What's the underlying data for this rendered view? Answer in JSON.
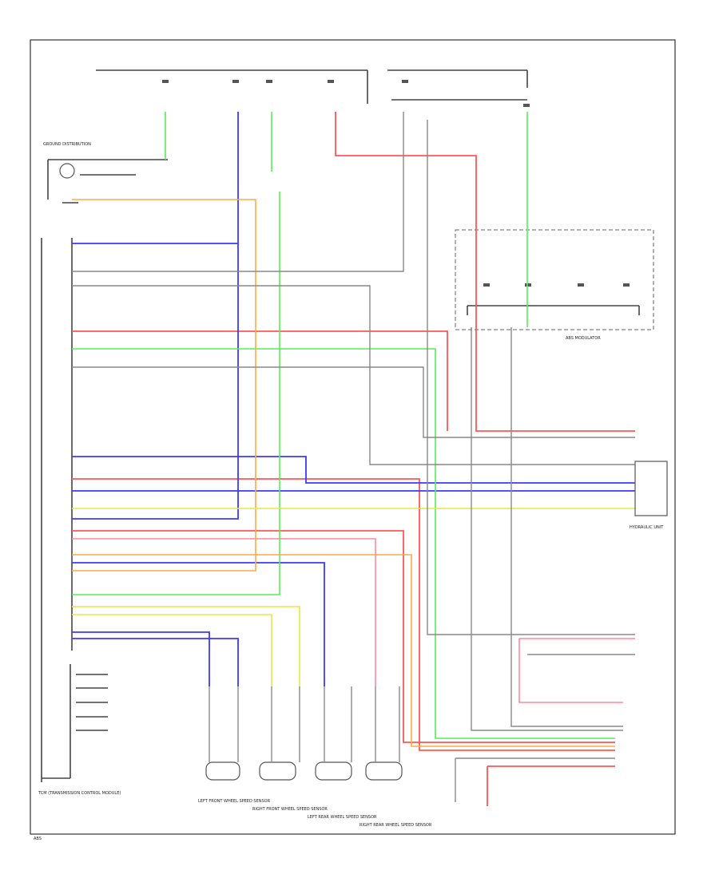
{
  "labels": {
    "ground_distribution": "GROUND DISTRIBUTION",
    "tcm": "TCM (TRANSMISSION CONTROL MODULE)",
    "abs_modulator": "ABS MODULATOR",
    "hydraulic_unit": "HYDRAULIC UNIT",
    "left_front_sensor": "LEFT FRONT WHEEL SPEED SENSOR",
    "right_front_sensor": "RIGHT FRONT WHEEL SPEED SENSOR",
    "left_rear_sensor": "LEFT REAR WHEEL SPEED SENSOR",
    "right_rear_sensor": "RIGHT REAR WHEEL SPEED SENSOR",
    "footer": "ABS"
  }
}
